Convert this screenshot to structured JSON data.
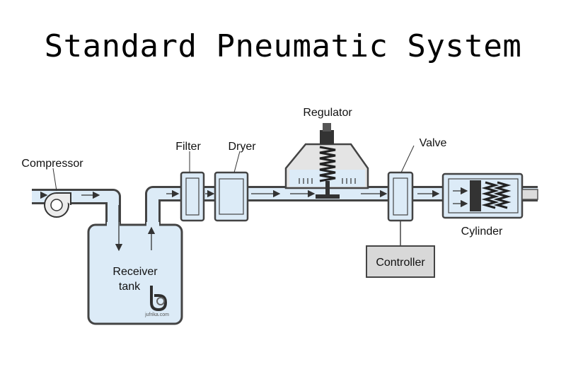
{
  "title": "Standard Pneumatic System",
  "labels": {
    "compressor": "Compressor",
    "filter": "Filter",
    "dryer": "Dryer",
    "regulator": "Regulator",
    "valve": "Valve",
    "cylinder": "Cylinder",
    "controller": "Controller",
    "receiver_line1": "Receiver",
    "receiver_line2": "tank"
  },
  "watermark": "jufrika.com",
  "colors": {
    "air": "#dcebf7",
    "outline": "#3a3a3a",
    "controller_fill": "#d8d8d8"
  }
}
